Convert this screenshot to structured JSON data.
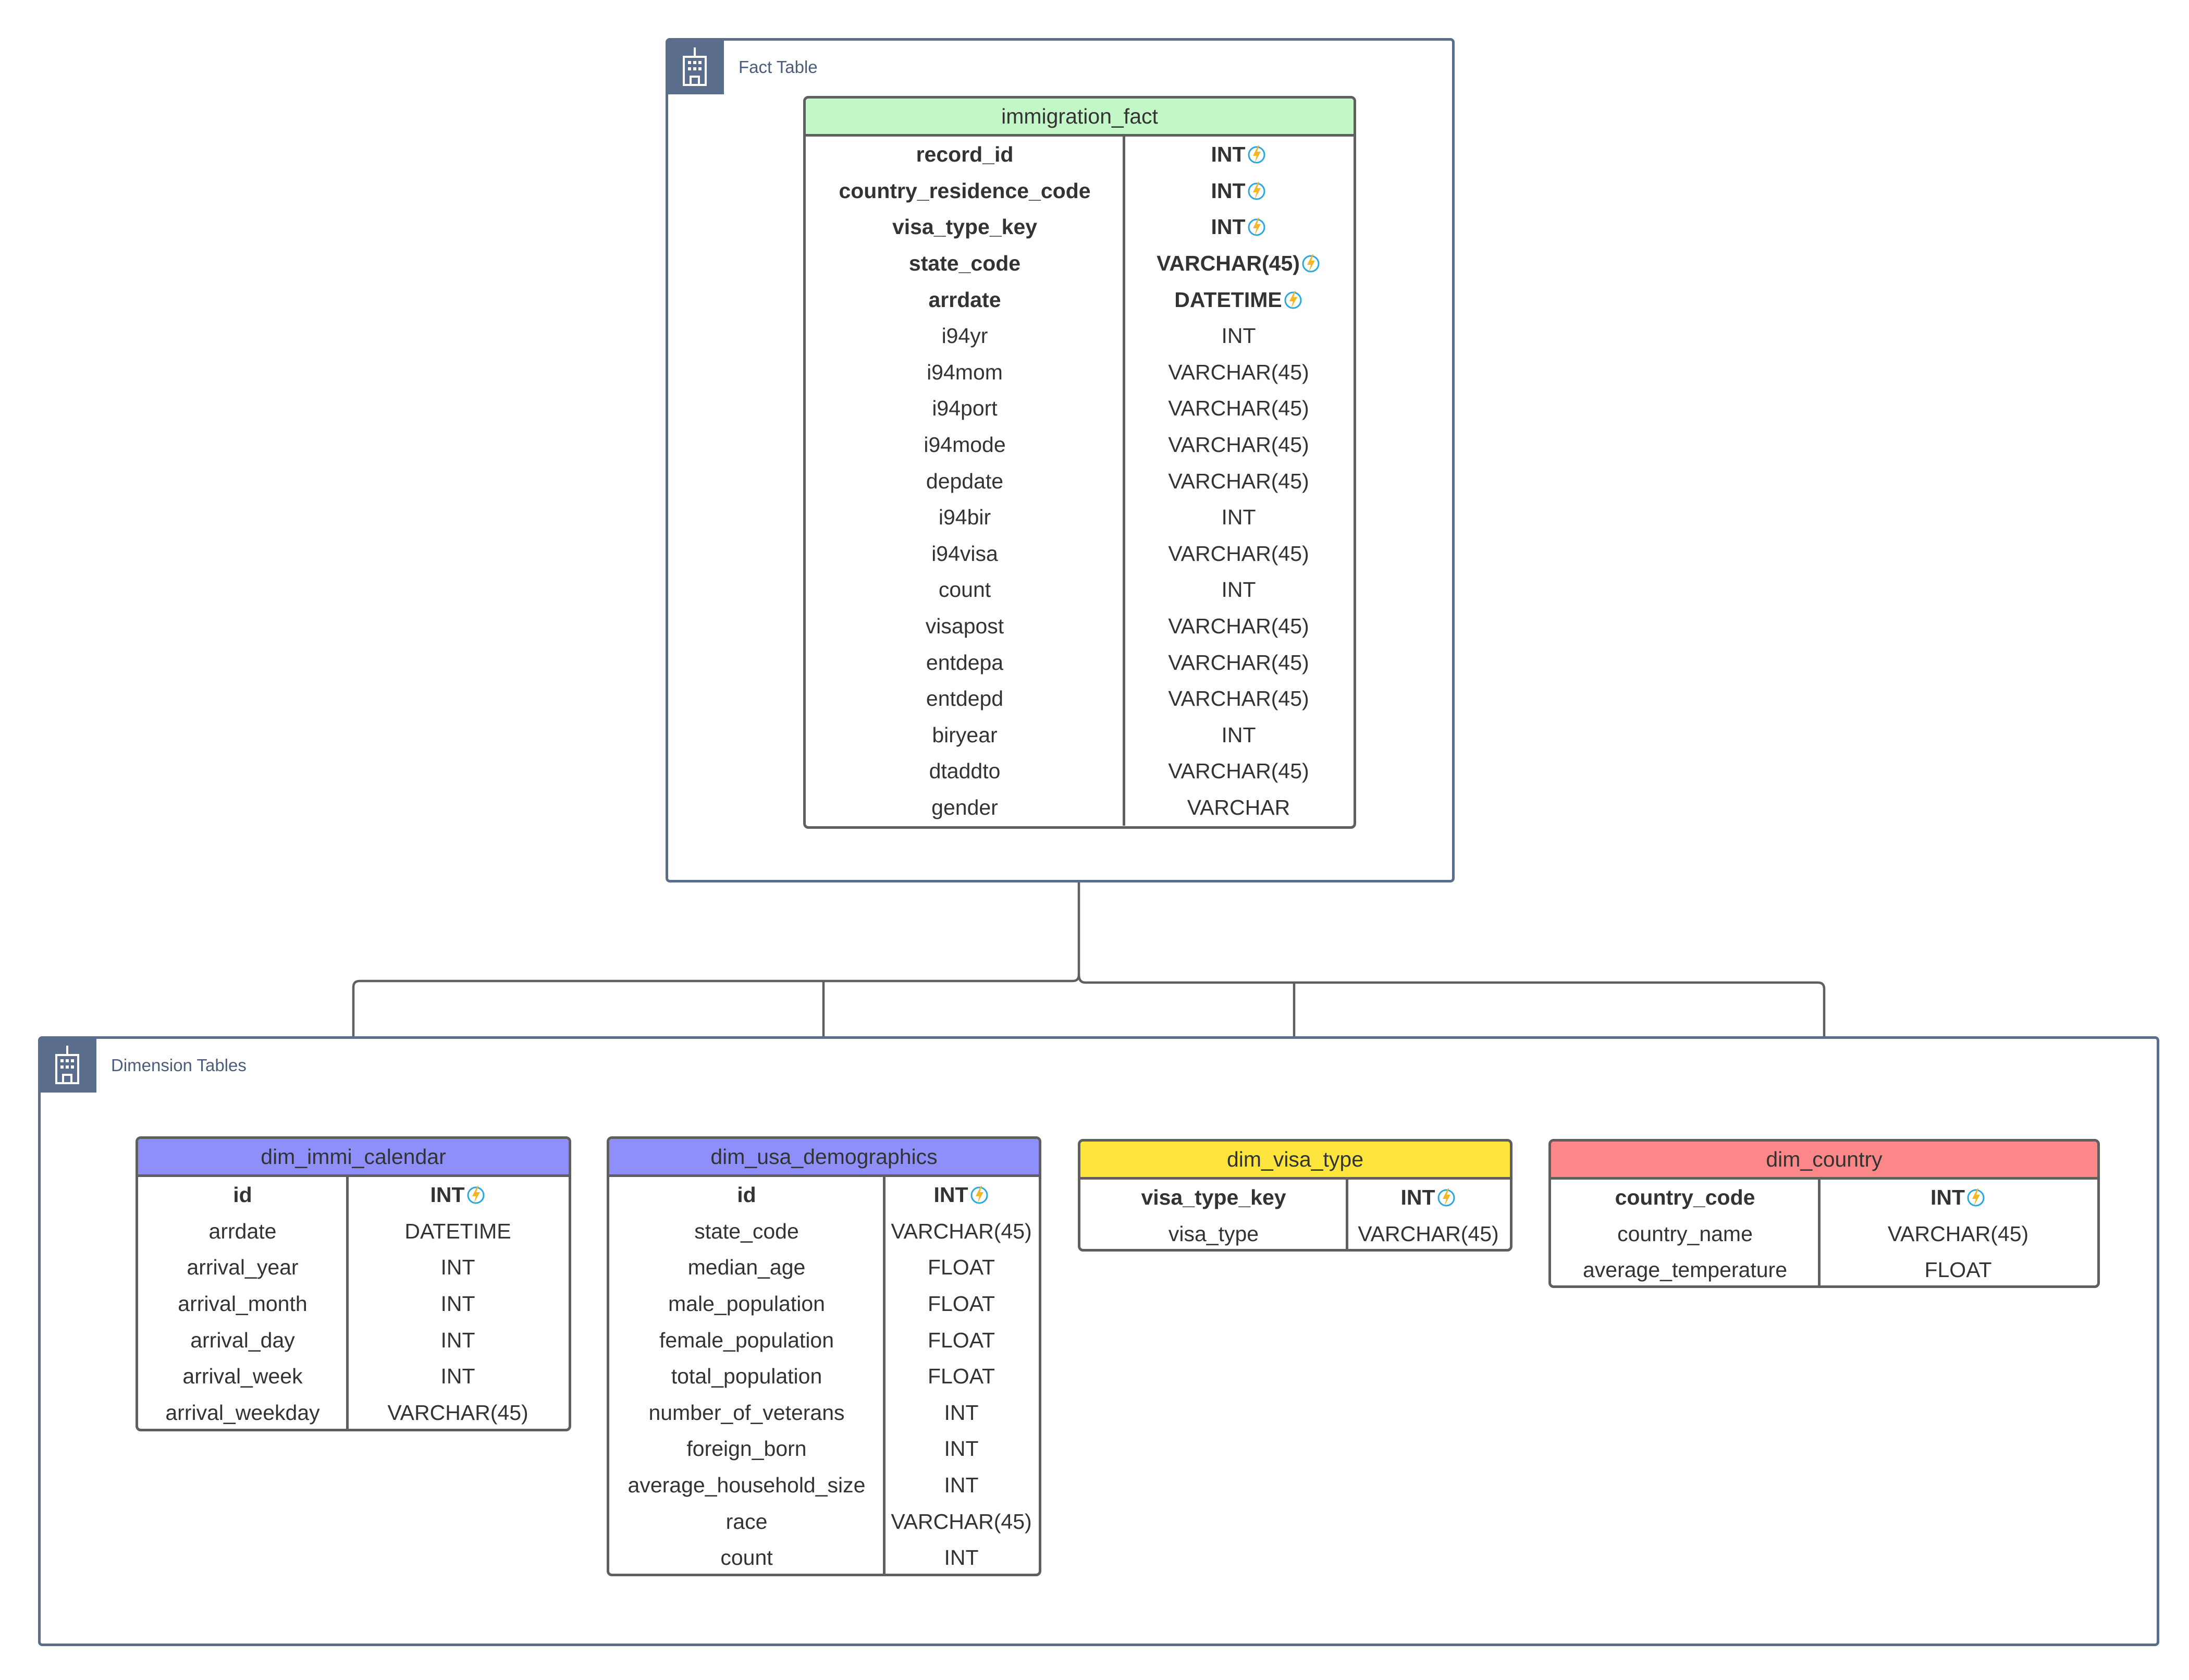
{
  "colors": {
    "container_border": "#5a6d8c",
    "fact_header": "#c3f7c8",
    "calendar_header": "#8f8ffb",
    "demographics_header": "#8f8ffb",
    "visa_header": "#fde53e",
    "country_header": "#fb8789",
    "table_border": "#5f5f5f",
    "key_icon_primary": "#f5b626",
    "key_icon_secondary": "#29a8e0"
  },
  "containers": {
    "fact": {
      "label": "Fact Table",
      "icon": "building-icon"
    },
    "dimension": {
      "label": "Dimension Tables",
      "icon": "building-icon"
    }
  },
  "tables": {
    "immigration_fact": {
      "name": "immigration_fact",
      "rows": [
        {
          "name": "record_id",
          "type": "INT",
          "key": true
        },
        {
          "name": "country_residence_code",
          "type": "INT",
          "key": true
        },
        {
          "name": "visa_type_key",
          "type": "INT",
          "key": true
        },
        {
          "name": "state_code",
          "type": "VARCHAR(45)",
          "key": true
        },
        {
          "name": "arrdate",
          "type": "DATETIME",
          "key": true
        },
        {
          "name": "i94yr",
          "type": "INT",
          "key": false
        },
        {
          "name": "i94mom",
          "type": "VARCHAR(45)",
          "key": false
        },
        {
          "name": "i94port",
          "type": "VARCHAR(45)",
          "key": false
        },
        {
          "name": "i94mode",
          "type": "VARCHAR(45)",
          "key": false
        },
        {
          "name": "depdate",
          "type": "VARCHAR(45)",
          "key": false
        },
        {
          "name": "i94bir",
          "type": "INT",
          "key": false
        },
        {
          "name": "i94visa",
          "type": "VARCHAR(45)",
          "key": false
        },
        {
          "name": "count",
          "type": "INT",
          "key": false
        },
        {
          "name": "visapost",
          "type": "VARCHAR(45)",
          "key": false
        },
        {
          "name": "entdepa",
          "type": "VARCHAR(45)",
          "key": false
        },
        {
          "name": "entdepd",
          "type": "VARCHAR(45)",
          "key": false
        },
        {
          "name": "biryear",
          "type": "INT",
          "key": false
        },
        {
          "name": "dtaddto",
          "type": "VARCHAR(45)",
          "key": false
        },
        {
          "name": "gender",
          "type": "VARCHAR",
          "key": false
        }
      ]
    },
    "dim_immi_calendar": {
      "name": "dim_immi_calendar",
      "rows": [
        {
          "name": "id",
          "type": "INT",
          "key": true
        },
        {
          "name": "arrdate",
          "type": "DATETIME",
          "key": false
        },
        {
          "name": "arrival_year",
          "type": "INT",
          "key": false
        },
        {
          "name": "arrival_month",
          "type": "INT",
          "key": false
        },
        {
          "name": "arrival_day",
          "type": "INT",
          "key": false
        },
        {
          "name": "arrival_week",
          "type": "INT",
          "key": false
        },
        {
          "name": "arrival_weekday",
          "type": "VARCHAR(45)",
          "key": false
        }
      ]
    },
    "dim_usa_demographics": {
      "name": "dim_usa_demographics",
      "rows": [
        {
          "name": "id",
          "type": "INT",
          "key": true
        },
        {
          "name": "state_code",
          "type": "VARCHAR(45)",
          "key": false
        },
        {
          "name": "median_age",
          "type": "FLOAT",
          "key": false
        },
        {
          "name": "male_population",
          "type": "FLOAT",
          "key": false
        },
        {
          "name": "female_population",
          "type": "FLOAT",
          "key": false
        },
        {
          "name": "total_population",
          "type": "FLOAT",
          "key": false
        },
        {
          "name": "number_of_veterans",
          "type": "INT",
          "key": false
        },
        {
          "name": "foreign_born",
          "type": "INT",
          "key": false
        },
        {
          "name": "average_household_size",
          "type": "INT",
          "key": false
        },
        {
          "name": "race",
          "type": "VARCHAR(45)",
          "key": false
        },
        {
          "name": "count",
          "type": "INT",
          "key": false
        }
      ]
    },
    "dim_visa_type": {
      "name": "dim_visa_type",
      "rows": [
        {
          "name": "visa_type_key",
          "type": "INT",
          "key": true
        },
        {
          "name": "visa_type",
          "type": "VARCHAR(45)",
          "key": false
        }
      ]
    },
    "dim_country": {
      "name": "dim_country",
      "rows": [
        {
          "name": "country_code",
          "type": "INT",
          "key": true
        },
        {
          "name": "country_name",
          "type": "VARCHAR(45)",
          "key": false
        },
        {
          "name": "average_temperature",
          "type": "FLOAT",
          "key": false
        }
      ]
    }
  }
}
